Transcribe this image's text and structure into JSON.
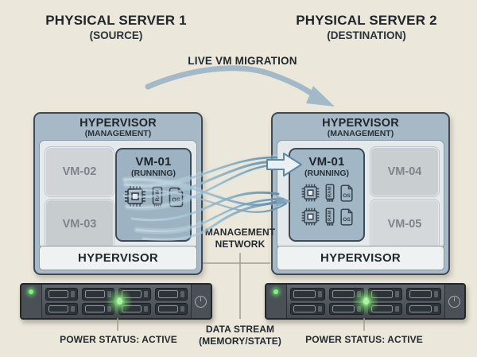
{
  "migration": {
    "label": "LIVE VM MIGRATION"
  },
  "left_server": {
    "title": "PHYSICAL SERVER 1",
    "subtitle": "(SOURCE)",
    "hypervisor_header": "HYPERVISOR",
    "hypervisor_header_sub": "(MANAGEMENT)",
    "hypervisor_footer": "HYPERVISOR",
    "idle_vms": [
      "VM-02",
      "VM-03"
    ],
    "running_vm": {
      "name": "VM-01",
      "status": "(RUNNING)"
    },
    "power_status": "POWER STATUS: ACTIVE"
  },
  "right_server": {
    "title": "PHYSICAL SERVER 2",
    "subtitle": "(DESTINATION)",
    "hypervisor_header": "HYPERVISOR",
    "hypervisor_header_sub": "(MANAGEMENT)",
    "hypervisor_footer": "HYPERVISOR",
    "idle_vms": [
      "VM-04",
      "VM-05"
    ],
    "running_vm": {
      "name": "VM-01",
      "status": "(RUNNING)"
    },
    "power_status": "POWER STATUS: ACTIVE"
  },
  "management_network": {
    "line1": "MANAGEMENT",
    "line2": "NETWORK"
  },
  "data_stream": {
    "line1": "DATA STREAM",
    "line2": "(MEMORY/STATE)"
  },
  "icons": {
    "ram_label": "RAM",
    "os_label": "OS"
  },
  "colors": {
    "background": "#ebe7da",
    "card": "#a7b9c6",
    "card_border": "#3e4b56",
    "panel": "#e4e9ec",
    "vm_running": "#9db3c3",
    "stream_blue": "#6f93aa",
    "migration_arrow": "#a3b9c8",
    "status_green": "#86ef7f"
  }
}
